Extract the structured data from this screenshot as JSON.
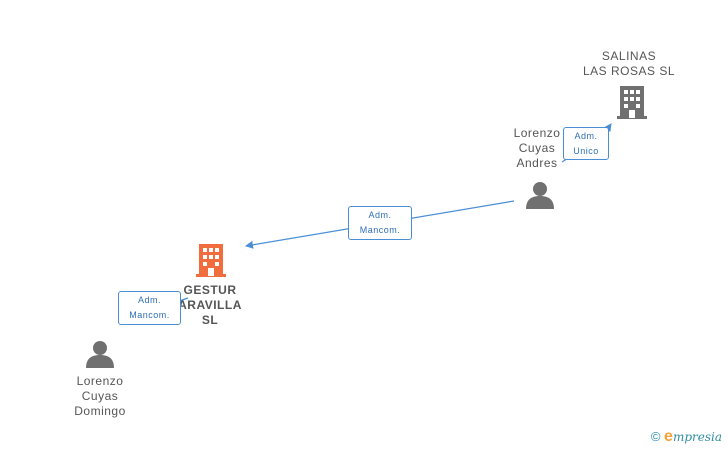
{
  "colors": {
    "link": "#4a8fd6",
    "person_icon": "#707070",
    "company_primary": "#f26d3d",
    "company_secondary": "#707070"
  },
  "nodes": {
    "salinas": {
      "label": "SALINAS\nLAS ROSAS  SL",
      "icon": "building-icon"
    },
    "gestur": {
      "label": "GESTUR\nARAVILLA\nSL",
      "icon": "building-icon"
    },
    "lorenzo_andres": {
      "label": "Lorenzo\nCuyas\nAndres",
      "icon": "person-icon"
    },
    "lorenzo_domingo": {
      "label": "Lorenzo\nCuyas\nDomingo",
      "icon": "person-icon"
    }
  },
  "relations": {
    "andres_to_salinas": {
      "line1": "Adm.",
      "line2": "Unico"
    },
    "andres_to_gestur": {
      "line1": "Adm.",
      "line2": "Mancom."
    },
    "domingo_to_gestur": {
      "line1": "Adm.",
      "line2": "Mancom."
    }
  },
  "footer": {
    "copyright": "©",
    "brand_initial": "e",
    "brand_rest": "mpresia"
  }
}
